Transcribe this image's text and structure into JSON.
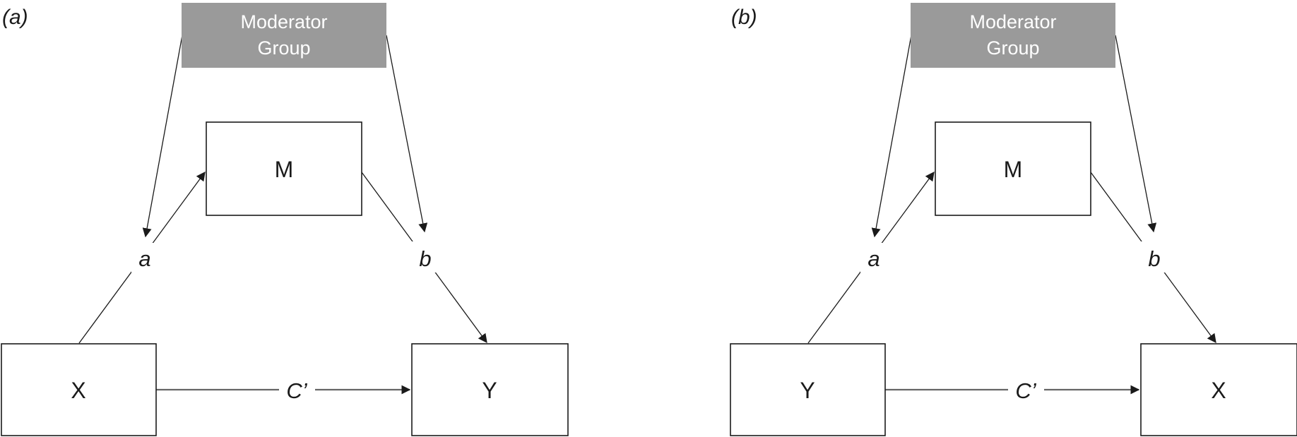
{
  "figure": {
    "panels": [
      {
        "label": "(a)",
        "moderator": {
          "line1": "Moderator",
          "line2": "Group"
        },
        "mediator_label": "M",
        "bottom_left_label": "X",
        "bottom_right_label": "Y",
        "path_a_label": "a",
        "path_b_label": "b",
        "direct_path_label": "C’"
      },
      {
        "label": "(b)",
        "moderator": {
          "line1": "Moderator",
          "line2": "Group"
        },
        "mediator_label": "M",
        "bottom_left_label": "Y",
        "bottom_right_label": "X",
        "path_a_label": "a",
        "path_b_label": "b",
        "direct_path_label": "C’"
      }
    ],
    "colors": {
      "moderator_fill": "#9A9A9A",
      "moderator_text": "#FFFFFF",
      "line": "#1A1A1A",
      "direct_line": "#666666",
      "box_fill": "#FFFFFF",
      "background": "#FFFFFF"
    }
  }
}
